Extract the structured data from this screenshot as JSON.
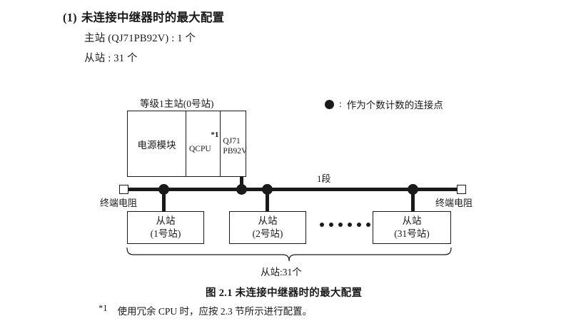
{
  "heading": {
    "number": "(1)",
    "title": "未连接中继器时的最大配置"
  },
  "specs": [
    "主站 (QJ71PB92V) : 1 个",
    "从站 : 31 个"
  ],
  "legend": {
    "marker_icon": "filled-circle-icon",
    "colon": ":",
    "text": "作为个数计数的连接点"
  },
  "diagram": {
    "master": {
      "label": "等级1主站(0号站)",
      "cells": [
        {
          "name": "power-module",
          "text": "电源模块"
        },
        {
          "name": "cpu-module",
          "text": "QCPU",
          "note": "*1"
        },
        {
          "name": "pb92v-module",
          "text": "QJ71\nPB92V",
          "line1": "QJ71",
          "line2": "PB92V"
        }
      ]
    },
    "bus": {
      "segment_label": "1段",
      "terminator_left": "终端电阻",
      "terminator_right": "终端电阻",
      "terminator_icon": "open-square-icon",
      "node_icon": "filled-circle-icon"
    },
    "slaves": [
      {
        "line1": "从站",
        "line2": "(1号站)"
      },
      {
        "line1": "从站",
        "line2": "(2号站)"
      },
      {
        "line1": "从站",
        "line2": "(31号站)"
      }
    ],
    "ellipsis_dots": 6,
    "total_label": "从站:31个"
  },
  "figure_caption": "图 2.1  未连接中继器时的最大配置",
  "footnote": {
    "marker": "*1",
    "text": "使用冗余 CPU 时，应按 2.3 节所示进行配置。"
  },
  "colors": {
    "ink": "#1a1a1a",
    "paper": "#ffffff"
  }
}
